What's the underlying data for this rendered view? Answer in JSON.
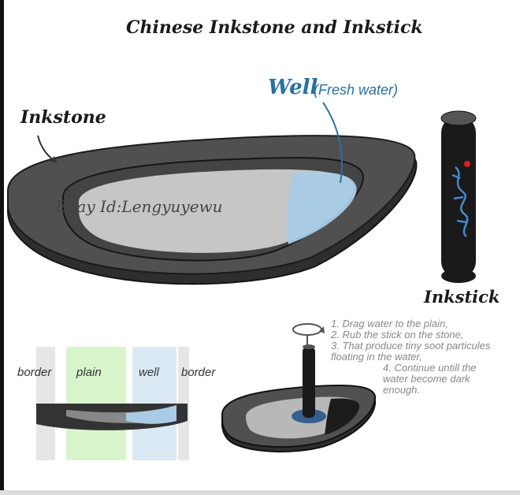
{
  "title": "Chinese Inkstone and Inkstick",
  "labels": {
    "inkstone": "Inkstone",
    "well": "Well",
    "fresh_water": "(Fresh water)",
    "inkstick": "Inkstick",
    "watermark": "Ebay Id:Lengyuyewu"
  },
  "cross_section": {
    "border_left": "border",
    "plain": "plain",
    "well": "well",
    "border_right": "border"
  },
  "steps": [
    "1. Drag water to the plain,",
    "2. Rub the stick on the stone,",
    "3. That produce tiny soot particules",
    "floating in the water,",
    "4. Continue untill the",
    "water become dark",
    "enough."
  ],
  "colors": {
    "stone_dark": "#4a4a4a",
    "stone_rim": "#555555",
    "stone_outline": "#1b1b1b",
    "plain_gray": "#c4c4c4",
    "well_blue": "#a9cbe6",
    "well_text_blue": "#2a6fa0",
    "plain_band_green": "#d8f5cc",
    "well_band_blue": "#dbe9f5",
    "border_band_gray": "#e6e6e6"
  },
  "icons": [
    "rotation-arrow-icon",
    "pointer-arrow-icon",
    "dragon-emblem-icon"
  ]
}
